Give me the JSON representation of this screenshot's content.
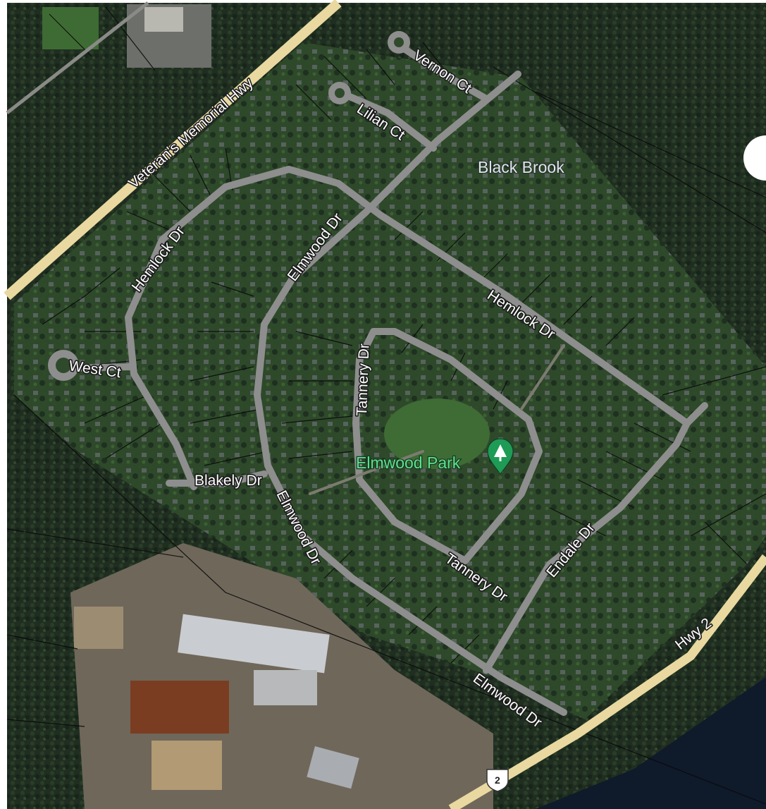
{
  "map": {
    "type": "satellite",
    "colors": {
      "forest": "#1d2b1e",
      "lawn": "#2d4a2a",
      "road": "#8e8e8e",
      "highway": "#e9d9a0",
      "parcel_line": "#0d0d0d",
      "water": "#0f1a2b",
      "park_green": "#5fe08e"
    }
  },
  "labels": {
    "veterans_hwy": "Veteran's Memorial Hwy",
    "vernon_ct": "Vernon Ct",
    "lilian_ct": "Lilian Ct",
    "black_brook": "Black Brook",
    "hemlock_dr_west": "Hemlock Dr",
    "hemlock_dr_east": "Hemlock Dr",
    "elmwood_dr_north": "Elmwood Dr",
    "elmwood_dr_mid": "Elmwood Dr",
    "elmwood_dr_south": "Elmwood Dr",
    "west_ct": "West Ct",
    "tannery_dr_west": "Tannery Dr",
    "tannery_dr_south": "Tannery Dr",
    "blakely_dr": "Blakely Dr",
    "elmwood_park": "Elmwood Park",
    "endale_dr": "Endale Dr",
    "hwy_2": "Hwy 2"
  },
  "shield": {
    "number": "2"
  },
  "icons": {
    "park_marker": "park-tree-pin-icon"
  }
}
